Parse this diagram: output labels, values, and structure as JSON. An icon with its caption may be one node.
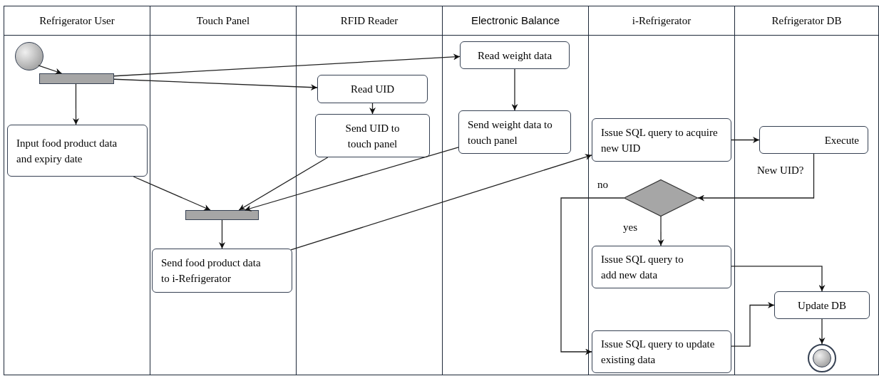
{
  "diagram": {
    "nodes": [
      {
        "text": [
          "Refrigerator User"
        ]
      },
      {
        "text": [
          "Touch Panel"
        ]
      },
      {
        "text": [
          "RFID Reader"
        ]
      },
      {
        "text": [
          "Electronic Balance"
        ]
      },
      {
        "text": [
          "i-Refrigerator"
        ]
      },
      {
        "text": [
          "Refrigerator DB"
        ]
      },
      {
        "text": [],
        "shape": "circle",
        "in": 0
      },
      {
        "text": [],
        "shape": "bar",
        "in": 0
      },
      {
        "text": [
          "Read weight data"
        ],
        "in": 3
      },
      {
        "text": [
          "Read UID"
        ],
        "in": 2
      },
      {
        "text": [
          "Input food product data and expiry date"
        ],
        "in": 0
      },
      {
        "text": [
          "Send UID to touch panel"
        ],
        "in": 2
      },
      {
        "text": [
          "Send weight data to touch panel"
        ],
        "in": 3
      },
      {
        "text": [
          "Issue SQL query to acquire new UID"
        ],
        "in": 4
      },
      {
        "text": [
          "Execute"
        ],
        "in": 5
      },
      {
        "text": [],
        "shape": "bar",
        "in": 1
      },
      {
        "text": [],
        "shape": "diamond",
        "in": 4
      },
      {
        "text": [
          "Send food product data to i-Refrigerator"
        ],
        "in": 1
      },
      {
        "text": [
          "Issue SQL query to add new data"
        ],
        "in": 4
      },
      {
        "text": [
          "Update DB"
        ],
        "in": 5
      },
      {
        "text": [
          "Issue SQL query to update existing data"
        ],
        "in": 4
      },
      {
        "text": [],
        "shape": "circle",
        "in": 5
      }
    ],
    "edges": [
      {
        "from": 6,
        "to": 7,
        "arrow": "to"
      },
      {
        "from": 7,
        "to": 8,
        "arrow": "to"
      },
      {
        "from": 7,
        "to": 9,
        "arrow": "to"
      },
      {
        "from": 7,
        "to": 10,
        "arrow": "to"
      },
      {
        "from": 9,
        "to": 11,
        "arrow": "to"
      },
      {
        "from": 8,
        "to": 12,
        "arrow": "to"
      },
      {
        "from": 10,
        "to": 15,
        "arrow": "to"
      },
      {
        "from": 11,
        "to": 15,
        "arrow": "to"
      },
      {
        "from": 12,
        "to": 15,
        "arrow": "to"
      },
      {
        "from": 15,
        "to": 17,
        "arrow": "to"
      },
      {
        "from": 17,
        "to": 13,
        "arrow": "to"
      },
      {
        "from": 13,
        "to": 14,
        "arrow": "to"
      },
      {
        "from": 14,
        "to": 16,
        "arrow": "to",
        "label": "New UID?"
      },
      {
        "from": 16,
        "to": 18,
        "arrow": "to",
        "label": "yes"
      },
      {
        "from": 16,
        "to": 20,
        "arrow": "to",
        "label": "no"
      },
      {
        "from": 18,
        "to": 19,
        "arrow": "to"
      },
      {
        "from": 20,
        "to": 19,
        "arrow": "to"
      },
      {
        "from": 19,
        "to": 21,
        "arrow": "to"
      }
    ]
  }
}
